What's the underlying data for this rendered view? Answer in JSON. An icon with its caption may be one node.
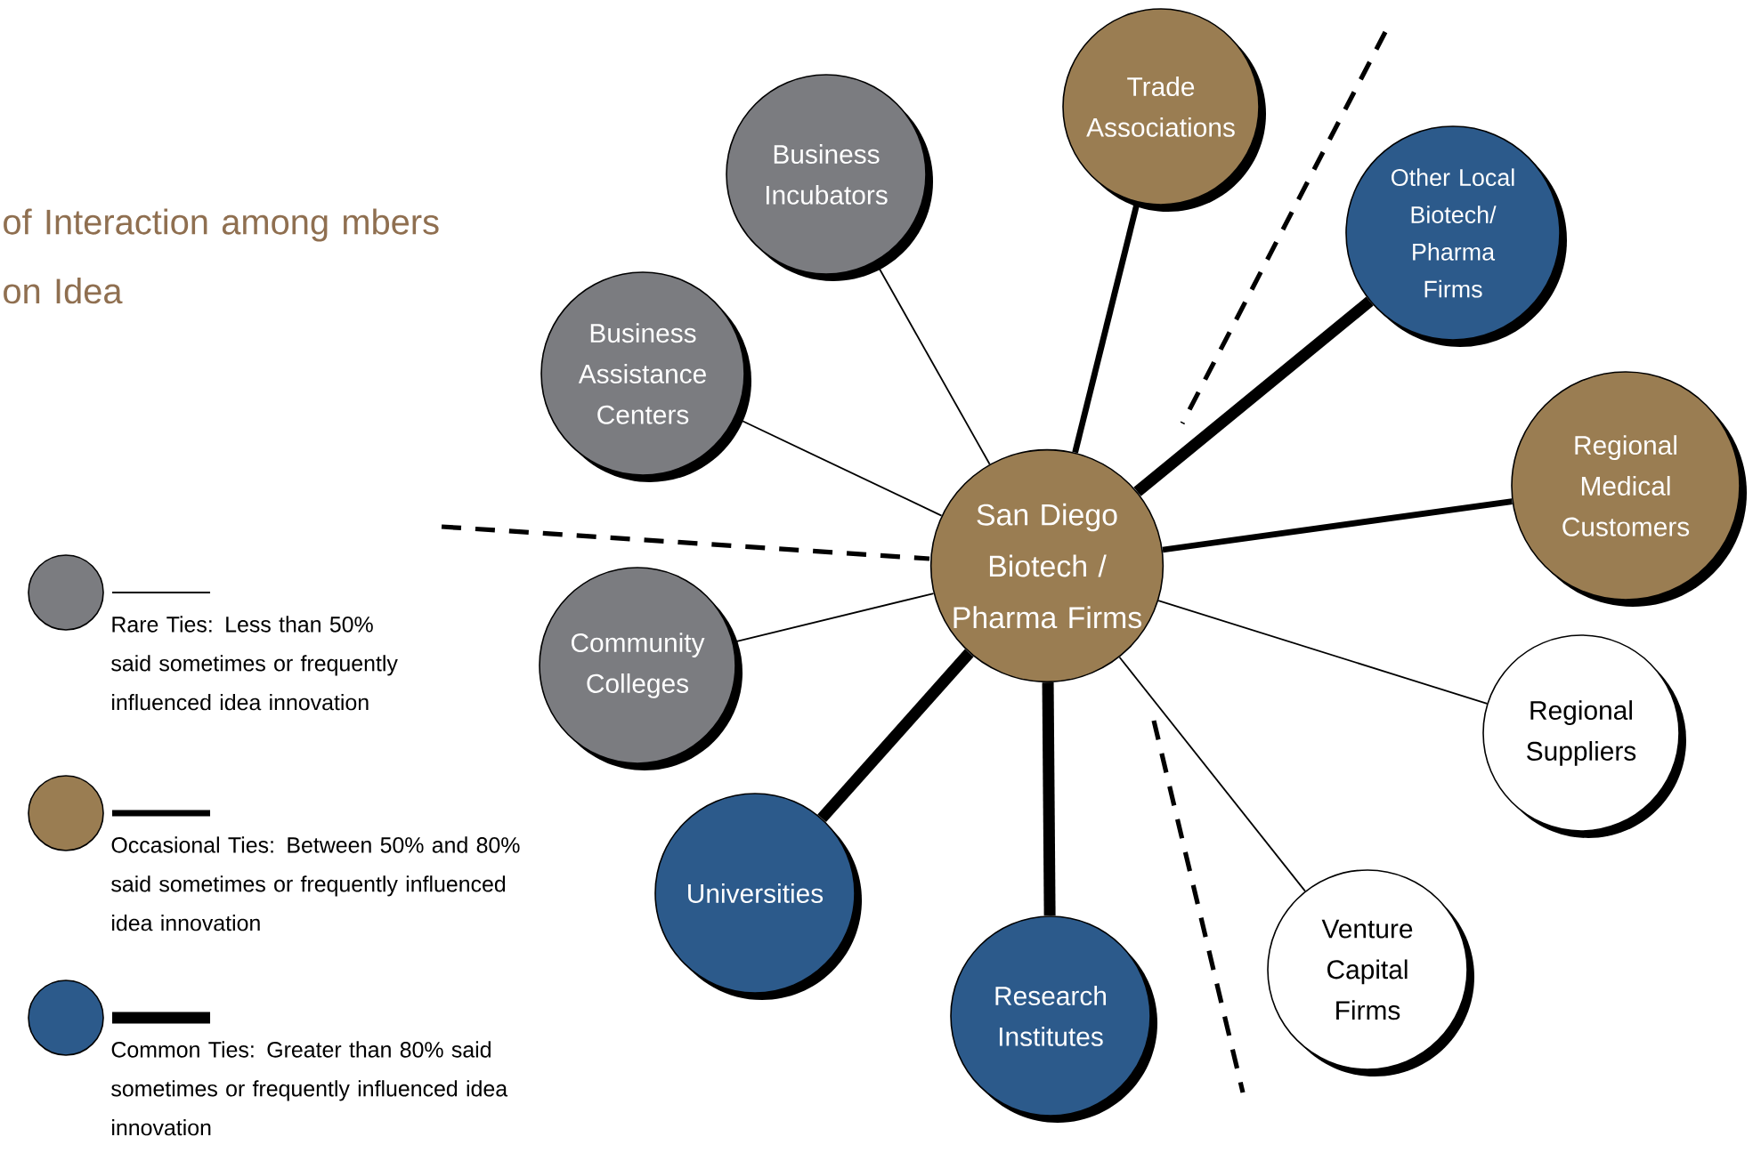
{
  "diagram": {
    "title": "of Interaction among mbers on Idea",
    "nodes": [
      {
        "text": [
          "Trade Associations"
        ]
      },
      {
        "text": [
          "Business Incubators"
        ]
      },
      {
        "text": [
          "Other Local Biotech/ Pharma Firms"
        ]
      },
      {
        "text": [
          "Business Assistance Centers"
        ]
      },
      {
        "text": [
          "Regional Medical Customers"
        ]
      },
      {
        "text": [
          "San Diego Biotech / Pharma Firms"
        ]
      },
      {
        "text": [
          "Community Colleges"
        ]
      },
      {
        "text": [
          "Regional Suppliers"
        ]
      },
      {
        "text": [
          "Universities"
        ]
      },
      {
        "text": [
          "Venture Capital Firms"
        ]
      },
      {
        "text": [
          "Research Institutes"
        ]
      }
    ],
    "edges": [
      {
        "from": 5,
        "to": 0,
        "arrow": "none",
        "style": "thick"
      },
      {
        "from": 5,
        "to": 1,
        "arrow": "none"
      },
      {
        "from": 5,
        "to": 2,
        "arrow": "none",
        "style": "thick"
      },
      {
        "from": 5,
        "to": 3,
        "arrow": "none"
      },
      {
        "from": 5,
        "to": 4,
        "arrow": "none",
        "style": "thick"
      },
      {
        "from": 5,
        "to": 6,
        "arrow": "none"
      },
      {
        "from": 5,
        "to": 7,
        "arrow": "none"
      },
      {
        "from": 5,
        "to": 8,
        "arrow": "none",
        "style": "thick"
      },
      {
        "from": 5,
        "to": 9,
        "arrow": "none"
      },
      {
        "from": 5,
        "to": 10,
        "arrow": "none",
        "style": "thick"
      }
    ],
    "legend": [
      {
        "text": "Rare Ties: Less than 50% said sometimes or frequently influenced idea innovation",
        "color": "#7b7c80"
      },
      {
        "text": "Occasional Ties: Between 50% and 80% said sometimes or frequently influenced idea innovation",
        "color": "#9a7d52"
      },
      {
        "text": "Common Ties: Greater than 80% said sometimes or frequently influenced idea innovation",
        "color": "#2c5a8b"
      }
    ]
  }
}
